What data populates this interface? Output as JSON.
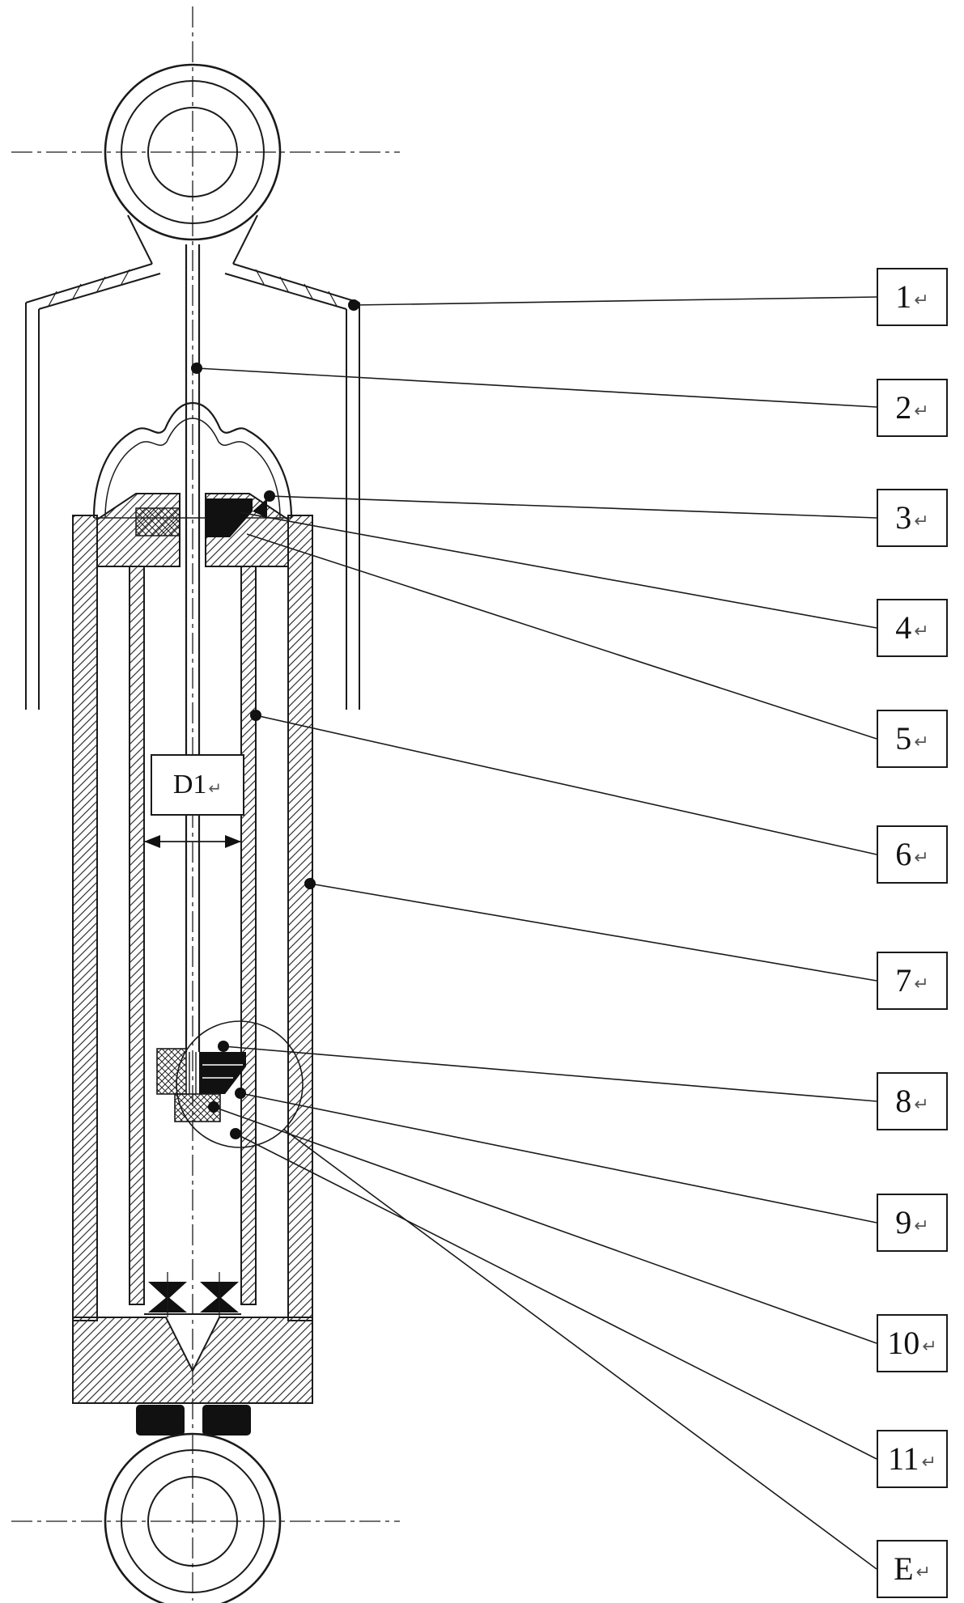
{
  "figure": {
    "type": "patent-style sectional diagram of a twin-tube shock absorber",
    "colors": {
      "line": "#1a1a1a",
      "solid_fill": "#111111",
      "background": "#ffffff"
    }
  },
  "callouts": [
    {
      "id": "1",
      "label": "1",
      "mark": "↵"
    },
    {
      "id": "2",
      "label": "2",
      "mark": "↵"
    },
    {
      "id": "3",
      "label": "3",
      "mark": "↵"
    },
    {
      "id": "4",
      "label": "4",
      "mark": "↵"
    },
    {
      "id": "5",
      "label": "5",
      "mark": "↵"
    },
    {
      "id": "6",
      "label": "6",
      "mark": "↵"
    },
    {
      "id": "7",
      "label": "7",
      "mark": "↵"
    },
    {
      "id": "8",
      "label": "8",
      "mark": "↵"
    },
    {
      "id": "9",
      "label": "9",
      "mark": "↵"
    },
    {
      "id": "10",
      "label": "10",
      "mark": "↵"
    },
    {
      "id": "11",
      "label": "11",
      "mark": "↵"
    },
    {
      "id": "E",
      "label": "E",
      "mark": "↵"
    }
  ],
  "dimension": {
    "label": "D1",
    "mark": "↵"
  }
}
